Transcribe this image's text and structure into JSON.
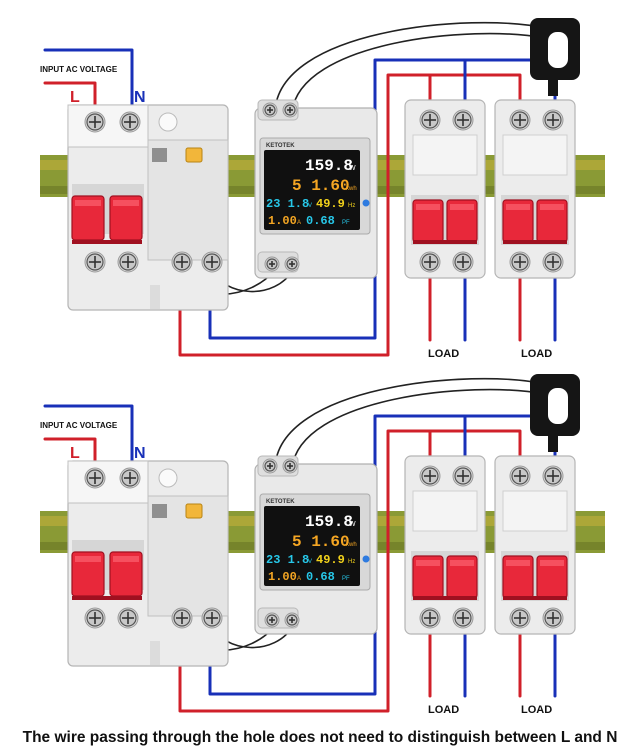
{
  "colors": {
    "live": "#d0202a",
    "neutral": "#1830b8",
    "ct_wire": "#222222",
    "breaker_body": "#ececec",
    "handle": "#e8283a",
    "rail_green": "#8a9a35",
    "rail_yellow": "#c9b23a",
    "screen_bg": "#101010",
    "screen_white": "#ffffff",
    "screen_orange": "#f5a623",
    "screen_cyan": "#27c7e8",
    "screen_yellow": "#f2d21b",
    "clamp": "#151515"
  },
  "diagrams": [
    {
      "label_input": "INPUT AC VOLTAGE",
      "label_l": "L",
      "label_n": "N",
      "brand": "KETOTEK",
      "meter": {
        "power": "159.8",
        "power_unit": "W",
        "energy": "5 1.60",
        "energy_unit": "kwh",
        "voltage": "23 1.8",
        "voltage_unit": "V",
        "frequency": "49.9",
        "frequency_unit": "Hz",
        "current": "1.00",
        "current_unit": "A",
        "pf": "0.68",
        "pf_unit": "PF"
      },
      "loads": [
        "LOAD",
        "LOAD"
      ]
    },
    {
      "label_input": "INPUT AC VOLTAGE",
      "label_l": "L",
      "label_n": "N",
      "brand": "KETOTEK",
      "meter": {
        "power": "159.8",
        "power_unit": "W",
        "energy": "5 1.60",
        "energy_unit": "kwh",
        "voltage": "23 1.8",
        "voltage_unit": "V",
        "frequency": "49.9",
        "frequency_unit": "Hz",
        "current": "1.00",
        "current_unit": "A",
        "pf": "0.68",
        "pf_unit": "PF"
      },
      "loads": [
        "LOAD",
        "LOAD"
      ]
    }
  ],
  "caption": "The wire passing through the hole does not need to distinguish between L and N"
}
